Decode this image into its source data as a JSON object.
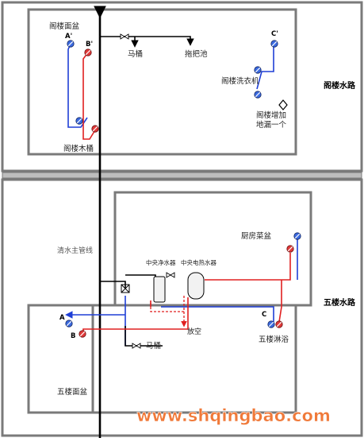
{
  "labels": {
    "attic_basin": "阁楼面盆",
    "attic_tub": "阁楼木桶",
    "a_prime": "A'",
    "b_prime": "B'",
    "c_prime": "C'",
    "toilet_attic": "马桶",
    "mop_pool": "拖把池",
    "washing_machine": "阁楼洗衣机",
    "floor_drain_1": "阁楼增加",
    "floor_drain_2": "地漏一个",
    "attic_water": "阁楼水路",
    "kitchen_basin": "厨房菜盆",
    "main_pipe": "清水主管线",
    "purifier": "中央净水器",
    "heater": "中央电热水器",
    "fifth_water": "五楼水路",
    "a": "A",
    "b": "B",
    "c": "C",
    "drain": "放空",
    "toilet_fifth": "马桶",
    "shower": "五楼淋浴",
    "fifth_basin": "五楼面盆",
    "watermark": "www.shqingbao.com"
  },
  "colors": {
    "cold_pipe": "#1f3fd6",
    "hot_pipe": "#e02020",
    "main_pipe": "#000000",
    "wall": "#7a7a7a",
    "watermark": "#f07a3a"
  }
}
